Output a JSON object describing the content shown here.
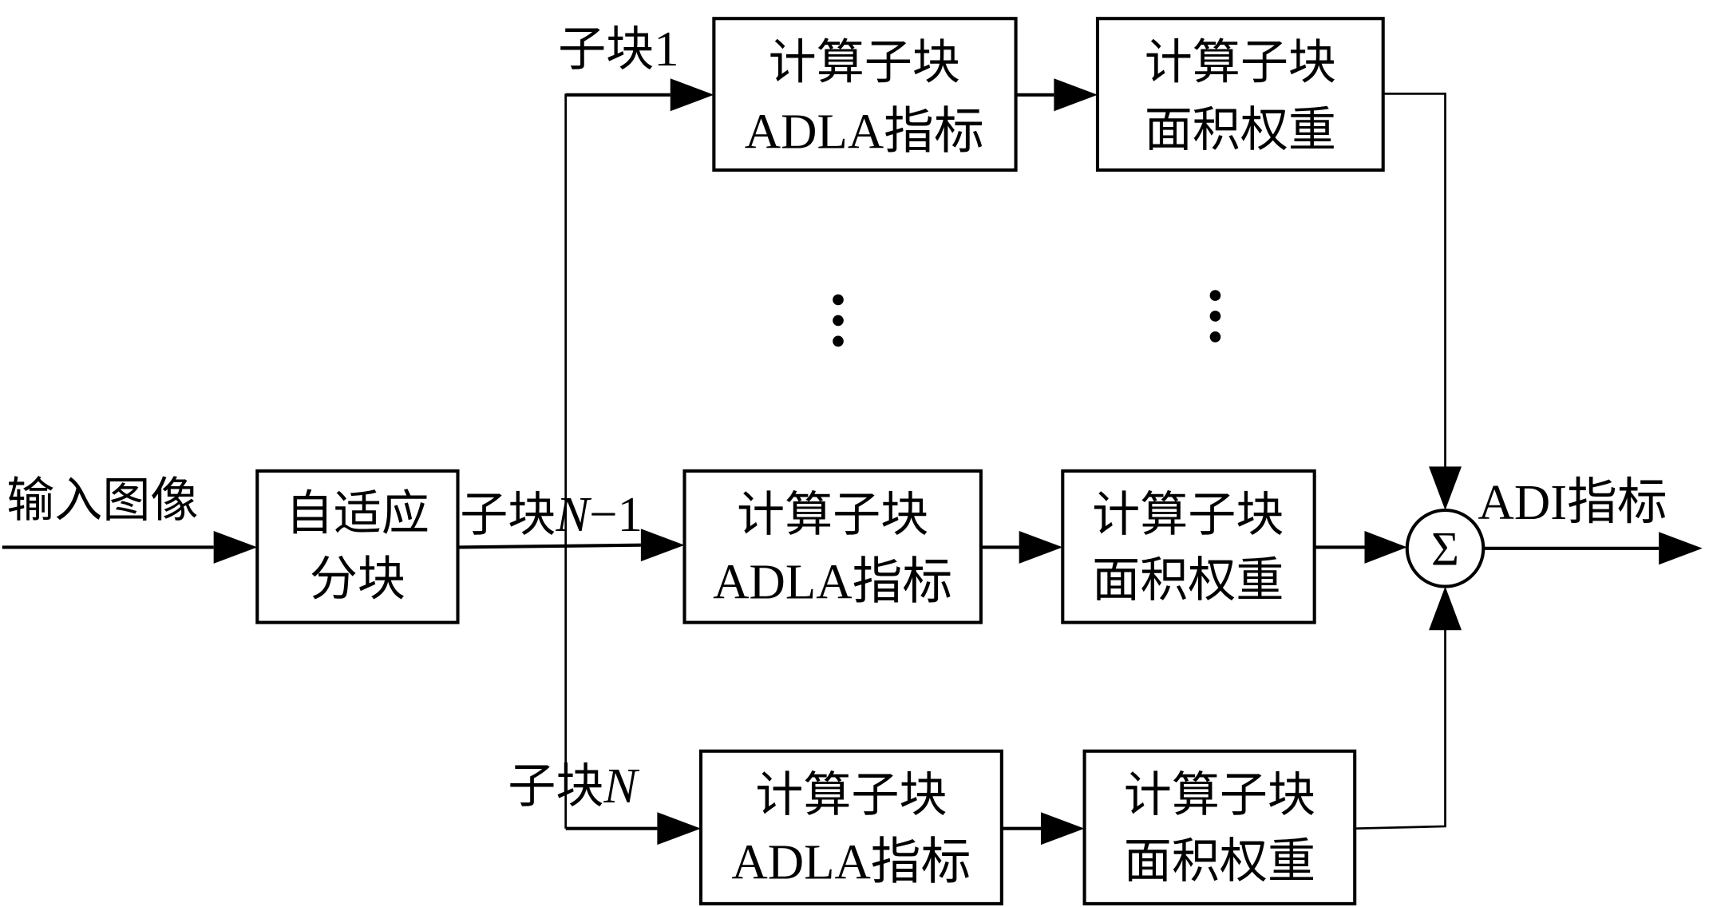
{
  "diagram": {
    "input_label": "输入图像",
    "partition_box": {
      "line1": "自适应",
      "line2": "分块"
    },
    "branches": [
      {
        "id": "sub-block-1",
        "label_prefix": "子块",
        "label_var": "1",
        "adla_box": {
          "line1": "计算子块",
          "line2": "ADLA指标"
        },
        "weight_box": {
          "line1": "计算子块",
          "line2": "面积权重"
        }
      },
      {
        "id": "sub-block-n-minus-1",
        "label_prefix": "子块",
        "label_var": "N",
        "label_suffix": "−1",
        "adla_box": {
          "line1": "计算子块",
          "line2": "ADLA指标"
        },
        "weight_box": {
          "line1": "计算子块",
          "line2": "面积权重"
        }
      },
      {
        "id": "sub-block-n",
        "label_prefix": "子块",
        "label_var": "N",
        "adla_box": {
          "line1": "计算子块",
          "line2": "ADLA指标"
        },
        "weight_box": {
          "line1": "计算子块",
          "line2": "面积权重"
        }
      }
    ],
    "ellipsis": "⋮",
    "sum_symbol": "Σ",
    "output_label": "ADI指标"
  }
}
